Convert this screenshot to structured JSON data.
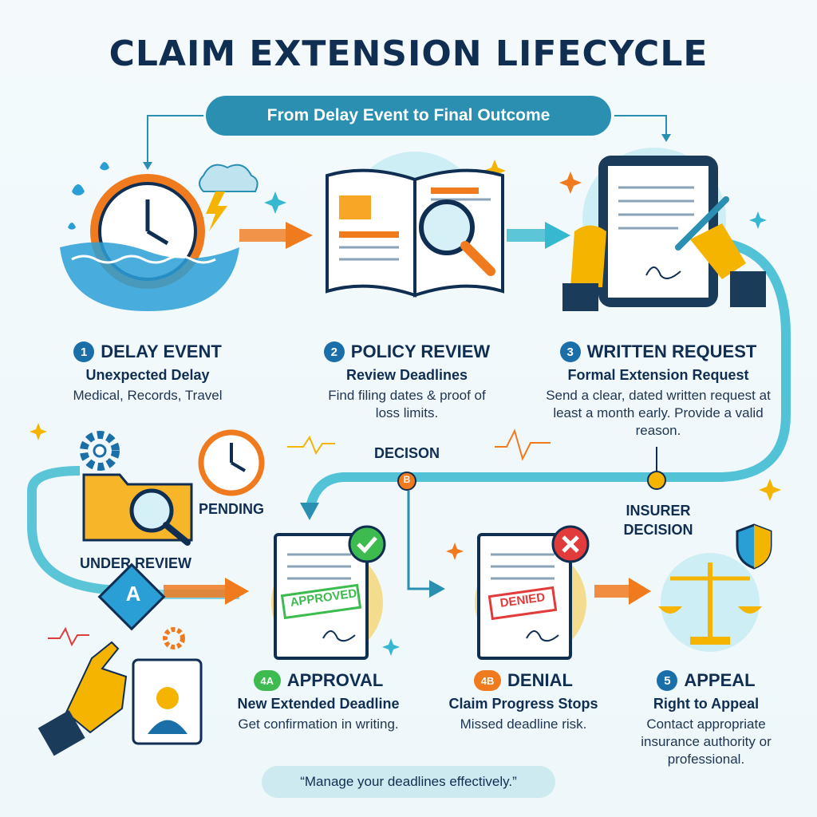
{
  "title": "CLAIM EXTENSION LIFECYCLE",
  "subtitle": "From Delay Event to Final Outcome",
  "steps": [
    {
      "num": "1",
      "title": "DELAY EVENT",
      "subtitle": "Unexpected Delay",
      "body": "Medical, Records, Travel"
    },
    {
      "num": "2",
      "title": "POLICY REVIEW",
      "subtitle": "Review Deadlines",
      "body": "Find filing dates & proof of loss limits."
    },
    {
      "num": "3",
      "title": "WRITTEN REQUEST",
      "subtitle": "Formal Extension Request",
      "body": "Send a clear, dated written request at least a month early. Provide a valid reason."
    },
    {
      "num": "4A",
      "title": "APPROVAL",
      "subtitle": "New Extended Deadline",
      "body": "Get confirmation in writing."
    },
    {
      "num": "4B",
      "title": "DENIAL",
      "subtitle": "Claim Progress Stops",
      "body": "Missed deadline risk."
    },
    {
      "num": "5",
      "title": "APPEAL",
      "subtitle": "Right to Appeal",
      "body": "Contact appropriate insurance authority or professional."
    }
  ],
  "labels": {
    "decision": "DECISON",
    "insurer_decision": "INSURER DECISION",
    "pending": "PENDING",
    "under_review": "UNDER REVIEW",
    "node_a": "A",
    "node_b": "B",
    "stamp_approved": "APPROVED",
    "stamp_denied": "DENIED"
  },
  "quote": "“Manage your deadlines effectively.”",
  "colors": {
    "navy": "#0f2e52",
    "teal": "#2a8fb0",
    "orange": "#f07a1e",
    "green": "#3dbb4e",
    "red": "#e23b3b",
    "gold": "#f4b400"
  },
  "icons": [
    "stopwatch-flood-icon",
    "open-book-magnifier-icon",
    "tablet-signing-icon",
    "gear-icon",
    "folder-magnifier-icon",
    "clock-icon",
    "approved-document-icon",
    "denied-document-icon",
    "scales-icon",
    "shield-icon",
    "pointing-hand-icon",
    "id-card-icon"
  ]
}
